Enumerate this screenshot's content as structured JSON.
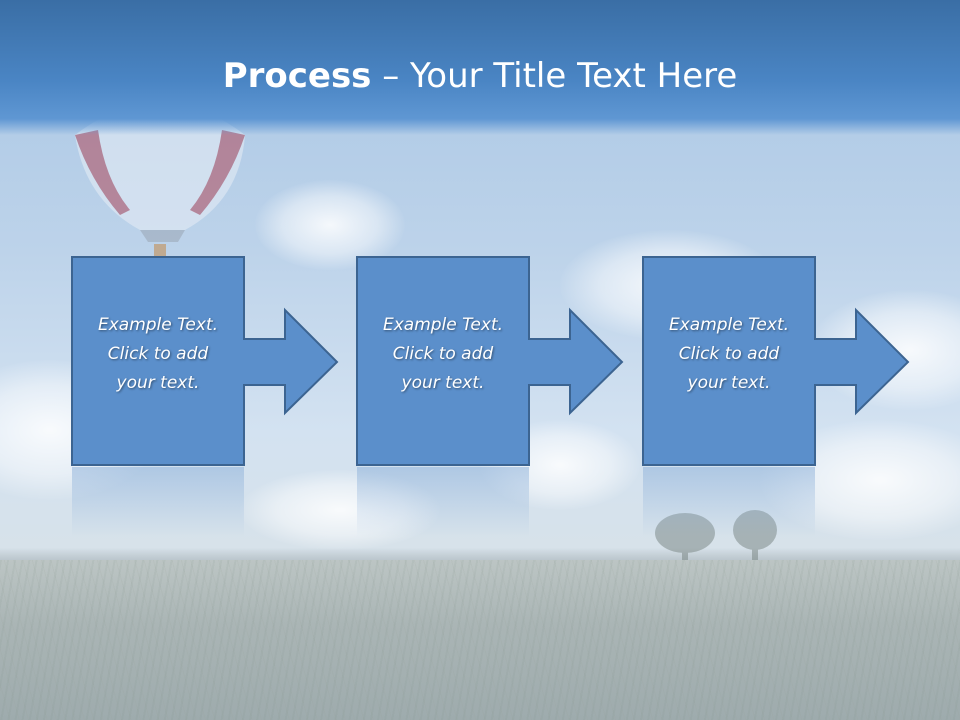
{
  "slide": {
    "title_bold": "Process",
    "title_rest": " – Your Title Text Here"
  },
  "steps": [
    {
      "line1": "Example Text.",
      "line2": "Click  to add",
      "line3": "your text."
    },
    {
      "line1": "Example Text.",
      "line2": "Click  to add",
      "line3": "your text."
    },
    {
      "line1": "Example Text.",
      "line2": "Click  to add",
      "line3": "your text."
    }
  ],
  "colors": {
    "title_bar": "#4a85c4",
    "shape_fill": "#5b8fcb",
    "shape_stroke": "#3c6491",
    "text": "#ffffff"
  }
}
